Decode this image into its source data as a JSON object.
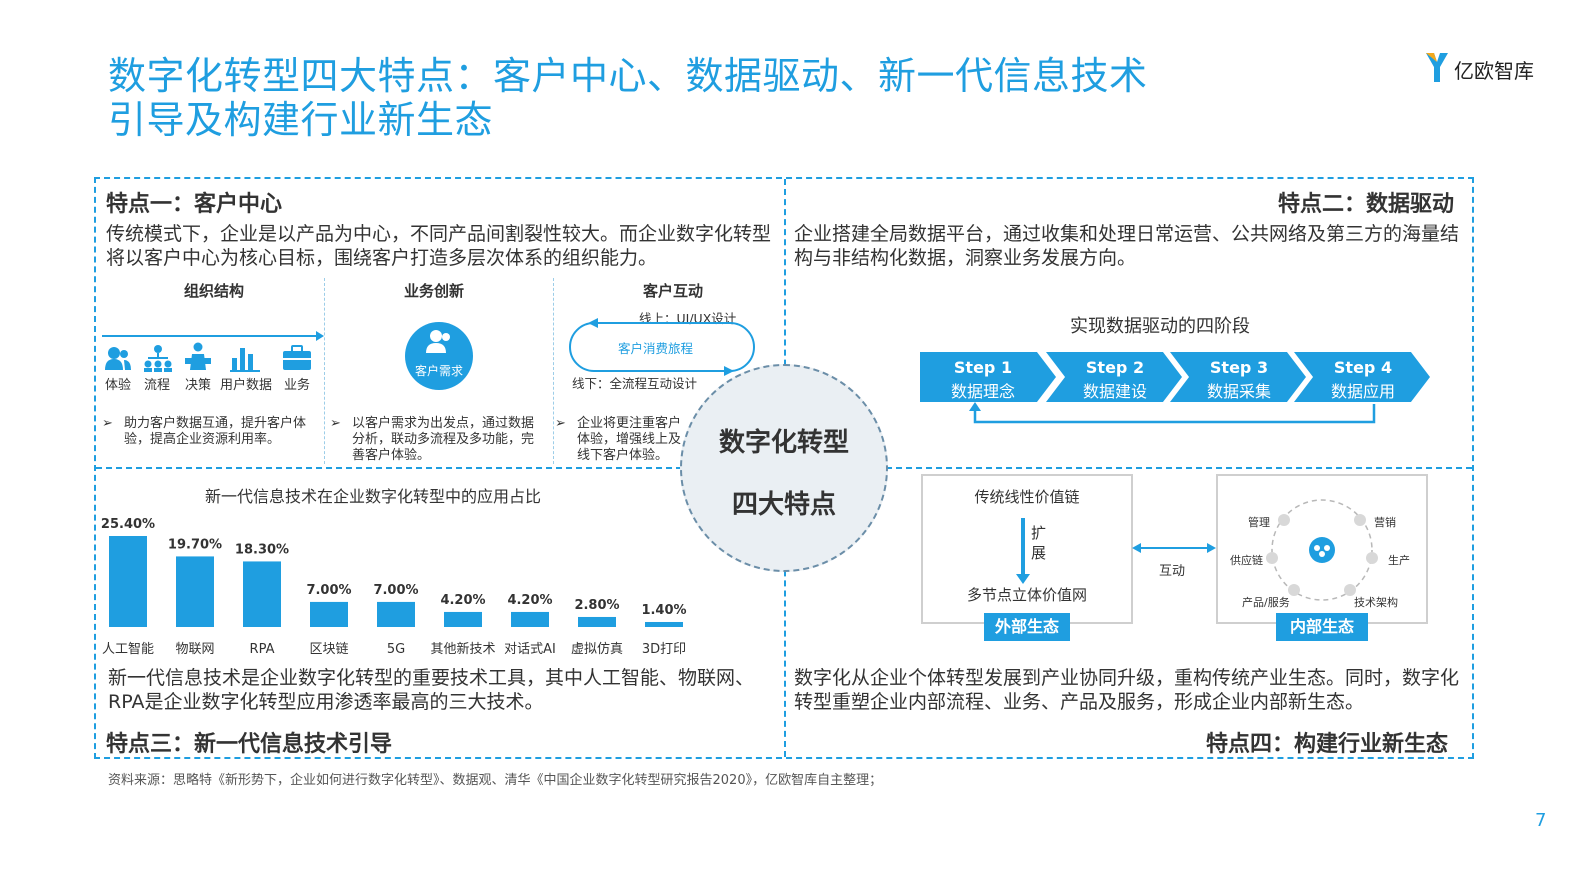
{
  "header": {
    "title_line1": "数字化转型四大特点：客户中心、数据驱动、新一代信息技术",
    "title_line2": "引导及构建行业新生态",
    "logo_text": "亿欧智库"
  },
  "center": {
    "line1": "数字化转型",
    "line2": "四大特点"
  },
  "feature1": {
    "title": "特点一：客户中心",
    "desc": "传统模式下，企业是以产品为中心，不同产品间割裂性较大。而企业数字化转型将以客户中心为核心目标，围绕客户打造多层次体系的组织能力。",
    "columns": [
      {
        "heading": "组织结构",
        "bullet": "助力客户数据互通，提升客户体验，提高企业资源利用率。"
      },
      {
        "heading": "业务创新",
        "bullet": "以客户需求为出发点，通过数据分析，联动多流程及多功能，完善客户体验。"
      },
      {
        "heading": "客户互动",
        "bullet": "企业将更注重客户体验，增强线上及线下客户体验。"
      }
    ],
    "icons": [
      {
        "icon": "users-icon",
        "label": "体验"
      },
      {
        "icon": "org-chart-icon",
        "label": "流程"
      },
      {
        "icon": "decision-icon",
        "label": "决策"
      },
      {
        "icon": "bar-chart-icon",
        "label": "用户数据"
      },
      {
        "icon": "briefcase-icon",
        "label": "业务"
      }
    ],
    "need_circle": "客户需求",
    "journey": {
      "online": "线上：UI/UX设计",
      "center": "客户消费旅程",
      "offline": "线下：全流程互动设计"
    }
  },
  "feature2": {
    "title": "特点二：数据驱动",
    "desc": "企业搭建全局数据平台，通过收集和处理日常运营、公共网络及第三方的海量结构与非结构化数据，洞察业务发展方向。",
    "stages_title": "实现数据驱动的四阶段",
    "steps": [
      {
        "step": "Step 1",
        "name": "数据理念"
      },
      {
        "step": "Step 2",
        "name": "数据建设"
      },
      {
        "step": "Step 3",
        "name": "数据采集"
      },
      {
        "step": "Step 4",
        "name": "数据应用"
      }
    ]
  },
  "feature3": {
    "title": "特点三：新一代信息技术引导",
    "desc": "新一代信息技术是企业数字化转型的重要技术工具，其中人工智能、物联网、RPA是企业数字化转型应用渗透率最高的三大技术。"
  },
  "feature4": {
    "title": "特点四：构建行业新生态",
    "desc": "数字化从企业个体转型发展到产业协同升级，重构传统产业生态。同时，数字化转型重塑企业内部流程、业务、产品及服务，形成企业内部新生态。",
    "external": {
      "top": "传统线性价值链",
      "expand_1": "扩",
      "expand_2": "展",
      "bottom": "多节点立体价值网",
      "badge": "外部生态"
    },
    "interact": "互动",
    "internal": {
      "nodes": [
        "管理",
        "营销",
        "供应链",
        "生产",
        "产品/服务",
        "技术架构"
      ],
      "badge": "内部生态"
    }
  },
  "chart_data": {
    "type": "bar",
    "title": "新一代信息技术在企业数字化转型中的应用占比",
    "categories": [
      "人工智能",
      "物联网",
      "RPA",
      "区块链",
      "5G",
      "其他新技术",
      "对话式AI",
      "虚拟仿真",
      "3D打印"
    ],
    "values": [
      25.4,
      19.7,
      18.3,
      7.0,
      7.0,
      4.2,
      4.2,
      2.8,
      1.4
    ],
    "value_labels": [
      "25.40%",
      "19.70%",
      "18.30%",
      "7.00%",
      "7.00%",
      "4.20%",
      "4.20%",
      "2.80%",
      "1.40%"
    ],
    "ylim": [
      0,
      28
    ],
    "color": "#1f9ee0",
    "xlabel": "",
    "ylabel": ""
  },
  "footer": {
    "source": "资料来源：思略特《新形势下，企业如何进行数字化转型》、数据观、清华《中国企业数字化转型研究报告2020》，亿欧智库自主整理；",
    "page": "7"
  }
}
